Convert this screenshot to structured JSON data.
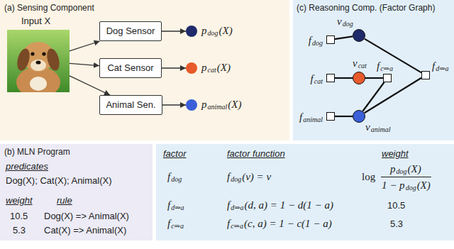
{
  "diagram": {
    "nodes": [
      {
        "text": [
          "(a) Sensing Component"
        ]
      },
      {
        "text": [
          "Input X"
        ],
        "in": 0
      },
      {
        "text": [
          "Dog Sensor"
        ],
        "in": 0
      },
      {
        "text": [
          "Cat Sensor"
        ],
        "in": 0
      },
      {
        "text": [
          "Animal Sen."
        ],
        "in": 0
      },
      {
        "text": [
          "p",
          "dog",
          "(X)"
        ],
        "in": 0
      },
      {
        "text": [
          "p",
          "cat",
          "(X)"
        ],
        "in": 0
      },
      {
        "text": [
          "p",
          "animal",
          "(X)"
        ],
        "in": 0
      },
      {
        "text": [
          "(c) Reasoning Comp. (Factor Graph)"
        ]
      },
      {
        "text": [
          "f",
          "dog"
        ],
        "in": 8
      },
      {
        "text": [
          "v",
          "dog"
        ],
        "in": 8
      },
      {
        "text": [
          "f",
          "cat"
        ],
        "in": 8
      },
      {
        "text": [
          "v",
          "cat"
        ],
        "in": 8
      },
      {
        "text": [
          "f",
          "animal"
        ],
        "in": 8
      },
      {
        "text": [
          "v",
          "animal"
        ],
        "in": 8
      },
      {
        "text": [
          "f",
          "c⇒a"
        ],
        "in": 8
      },
      {
        "text": [
          "f",
          "d⇒a"
        ],
        "in": 8
      },
      {
        "text": [
          "(b) MLN Program",
          "predicates",
          "Dog(X); Cat(X); Animal(X)",
          "weight",
          "rule",
          "10.5",
          "Dog(X) => Animal(X)",
          "5.3",
          "Cat(X) => Animal(X)"
        ]
      },
      {
        "text": [
          "factor",
          "factor function",
          "weight",
          "f",
          "dog",
          "f",
          "dog",
          "(v) = v",
          "log",
          "p",
          "dog",
          "(X)",
          "1 − p",
          "dog",
          "(X)",
          "f",
          "d⇒a",
          "f",
          "d⇒a",
          "(d, a) = 1 − d(1 − a)",
          "10.5",
          "f",
          "c⇒a",
          "f",
          "c⇒a",
          "(c, a) = 1 − c(1 − a)",
          "5.3"
        ]
      }
    ],
    "edges": [
      {
        "from": 1,
        "to": 2,
        "arrow": "to"
      },
      {
        "from": 1,
        "to": 3,
        "arrow": "to"
      },
      {
        "from": 1,
        "to": 4,
        "arrow": "to"
      },
      {
        "from": 2,
        "to": 5,
        "arrow": "to"
      },
      {
        "from": 3,
        "to": 6,
        "arrow": "to"
      },
      {
        "from": 4,
        "to": 7,
        "arrow": "to"
      },
      {
        "from": 9,
        "to": 10,
        "arrow": "none"
      },
      {
        "from": 11,
        "to": 12,
        "arrow": "none"
      },
      {
        "from": 13,
        "to": 14,
        "arrow": "none"
      },
      {
        "from": 12,
        "to": 15,
        "arrow": "none"
      },
      {
        "from": 14,
        "to": 15,
        "arrow": "none"
      },
      {
        "from": 10,
        "to": 16,
        "arrow": "none"
      },
      {
        "from": 14,
        "to": 16,
        "arrow": "none"
      }
    ]
  }
}
